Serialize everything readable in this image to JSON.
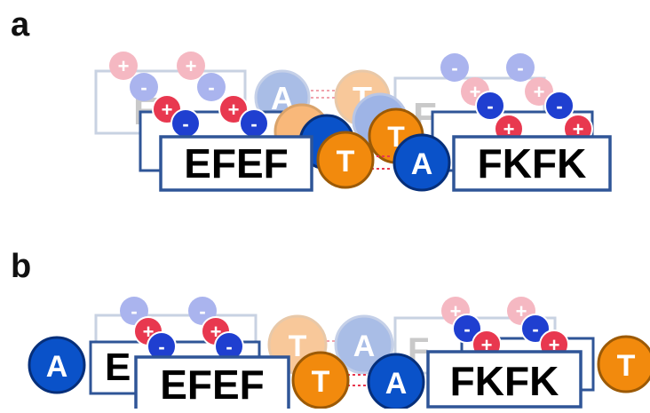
{
  "colors": {
    "box_border_front": "#2f5597",
    "box_border_mid": "#8497b0",
    "box_border_back": "#b4c2d6",
    "plus_red": "#e8384f",
    "minus_blue": "#1f3fd0",
    "plus_faded": "#f2a7b4",
    "minus_faded": "#a9b3ee",
    "base_T": "#f28a0d",
    "base_T_border": "#9c5a06",
    "base_A": "#0a52c9",
    "base_A_border": "#062f7a",
    "hbond": "#e8384f"
  },
  "panels": [
    {
      "id": "a",
      "label": "a"
    },
    {
      "id": "b",
      "label": "b"
    }
  ],
  "symbols": {
    "plus": "+",
    "minus": "-"
  },
  "bases": {
    "T": "T",
    "A": "A"
  },
  "peptides": {
    "efef_front": "EFEF",
    "fkfk_front": "FKFK",
    "efef_back": "E",
    "fkfk_back": "F"
  }
}
